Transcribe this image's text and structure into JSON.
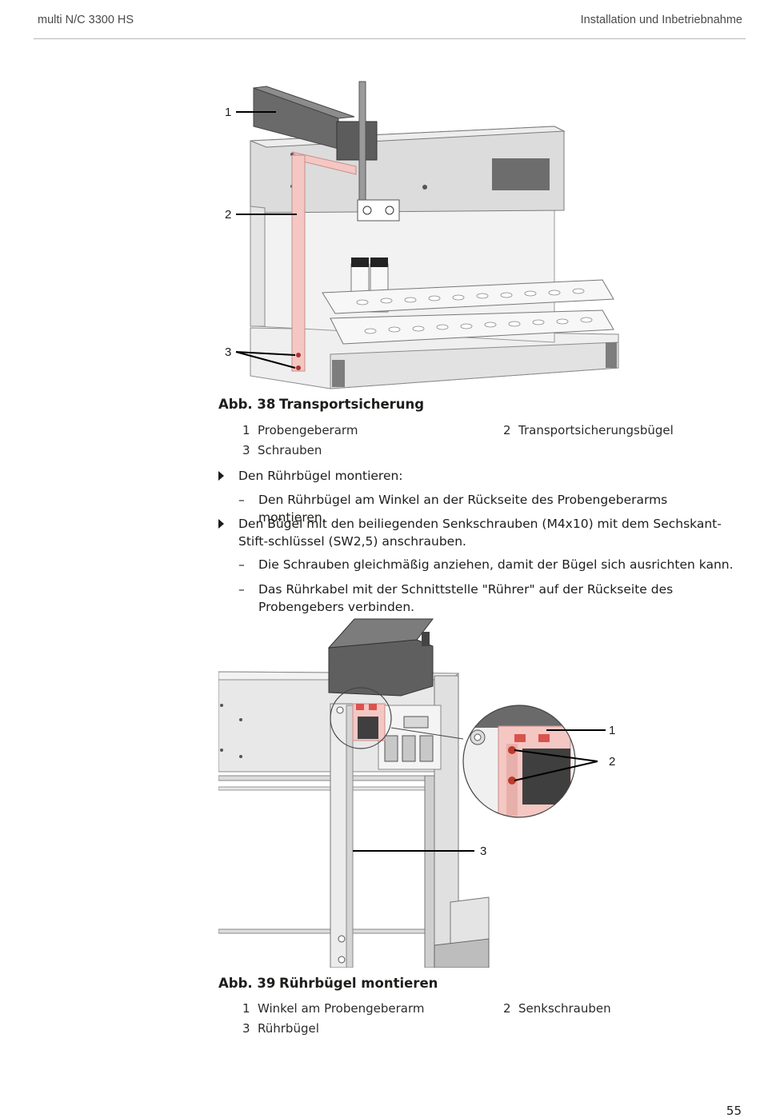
{
  "header": {
    "left": "multi N/C 3300 HS",
    "right": "Installation und Inbetriebnahme"
  },
  "figure38": {
    "callouts": [
      "1",
      "2",
      "3"
    ],
    "caption_num": "Abb. 38",
    "caption_title": "Transportsicherung",
    "legend": [
      {
        "n": "1",
        "label": "Probengeberarm"
      },
      {
        "n": "2",
        "label": "Transportsicherungsbügel"
      },
      {
        "n": "3",
        "label": "Schrauben"
      }
    ]
  },
  "steps": [
    {
      "text": "Den Rührbügel montieren:"
    },
    {
      "text": "Den Bügel mit den beiliegenden Senkschrauben (M4x10) mit dem Sechskant-Stift-schlüssel (SW2,5) anschrauben."
    }
  ],
  "substeps": [
    {
      "dash": "–",
      "text": "Den Rührbügel am Winkel an der Rückseite des Probengeberarms montieren."
    },
    {
      "dash": "–",
      "text": "Die Schrauben gleichmäßig anziehen, damit der Bügel sich ausrichten kann."
    },
    {
      "dash": "–",
      "text": "Das Rührkabel mit der Schnittstelle \"Rührer\" auf der Rückseite des Probengebers verbinden."
    }
  ],
  "figure39": {
    "callouts": [
      "1",
      "2",
      "3"
    ],
    "caption_num": "Abb. 39",
    "caption_title": "Rührbügel montieren",
    "legend": [
      {
        "n": "1",
        "label": "Winkel am Probengeberarm"
      },
      {
        "n": "2",
        "label": "Senkschrauben"
      },
      {
        "n": "3",
        "label": "Rührbügel"
      }
    ]
  },
  "page_number": "55",
  "colors": {
    "highlight": "#f4c7c3",
    "text": "#1d1d1b",
    "rule": "#b9b9b9"
  }
}
